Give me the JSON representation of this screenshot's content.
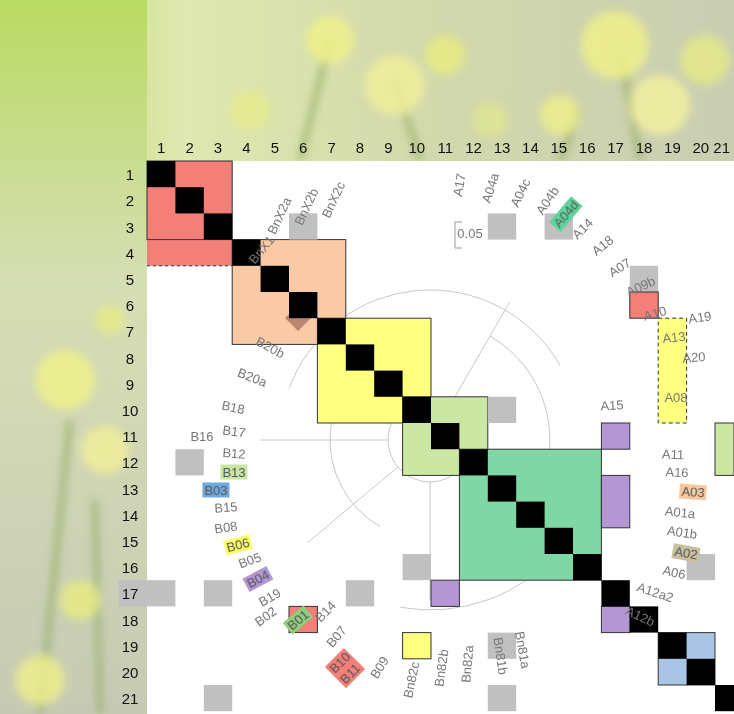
{
  "diagram": {
    "nodes": [
      {
        "text": [
          "A04d"
        ]
      },
      {
        "text": [
          "A03"
        ]
      },
      {
        "text": [
          "A02"
        ]
      },
      {
        "text": [
          "B10",
          "B11"
        ]
      },
      {
        "text": [
          "B01"
        ]
      },
      {
        "text": [
          "B04"
        ]
      },
      {
        "text": [
          "B06"
        ]
      },
      {
        "text": [
          "B03"
        ]
      },
      {
        "text": [
          "B13"
        ]
      }
    ],
    "labels": [
      "1",
      "2",
      "3",
      "4",
      "5",
      "6",
      "7",
      "8",
      "9",
      "10",
      "11",
      "12",
      "13",
      "14",
      "15",
      "16",
      "17",
      "18",
      "19",
      "20",
      "21",
      "1",
      "2",
      "3",
      "4",
      "5",
      "6",
      "7",
      "8",
      "9",
      "10",
      "11",
      "12",
      "13",
      "14",
      "15",
      "16",
      "17",
      "18",
      "19",
      "20",
      "21",
      "0.05",
      "A17",
      "A04a",
      "A04c",
      "A04b",
      "A14",
      "A18",
      "A07",
      "A09b",
      "A10",
      "A19",
      "A13",
      "A20",
      "A08",
      "A15",
      "A11",
      "A16",
      "A01a",
      "A01b",
      "A06",
      "A12a2",
      "A12b",
      "Bn81a",
      "Bn81b",
      "Bn82a",
      "Bn82b",
      "Bn82c",
      "B09",
      "B07",
      "B14",
      "B02",
      "B19",
      "B05",
      "B08",
      "B15",
      "B16",
      "B12",
      "B17",
      "B18",
      "B20a",
      "B20b",
      "BnX1",
      "BnX2a",
      "BnX2b",
      "BnX2c"
    ]
  }
}
